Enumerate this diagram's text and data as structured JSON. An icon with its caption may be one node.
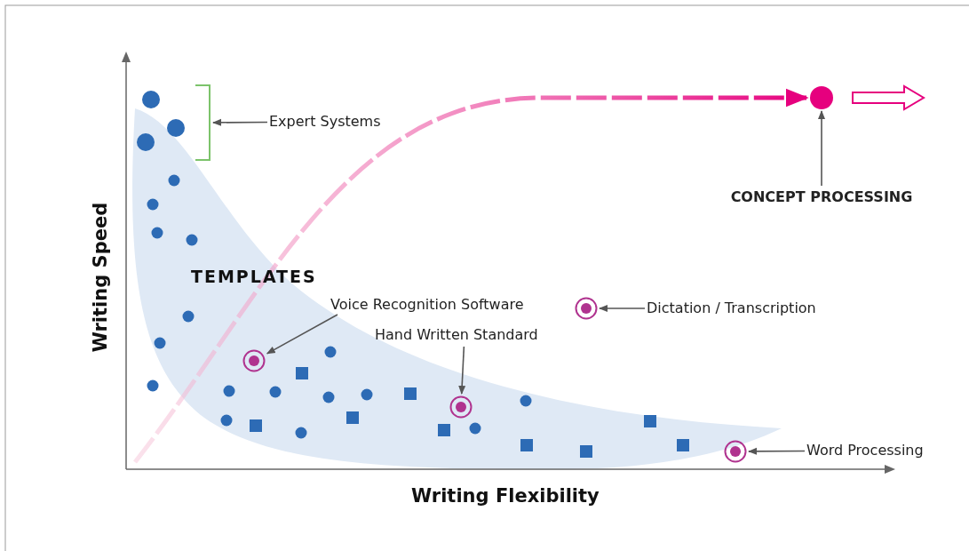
{
  "diagram": {
    "nodes": [
      {
        "text": [
          "Expert Systems"
        ]
      },
      {
        "text": [],
        "shape": "bracket"
      },
      {
        "text": [
          "CONCEPT PROCESSING"
        ]
      },
      {
        "text": [],
        "shape": "circle"
      },
      {
        "text": [
          "Voice Recognition Software"
        ]
      },
      {
        "text": [],
        "shape": "circle"
      },
      {
        "text": [
          "Hand Written Standard"
        ]
      },
      {
        "text": [],
        "shape": "circle"
      },
      {
        "text": [
          "Dictation / Transcription"
        ]
      },
      {
        "text": [],
        "shape": "circle"
      },
      {
        "text": [
          "Word Processing"
        ]
      },
      {
        "text": [],
        "shape": "circle"
      }
    ],
    "edges": [
      {
        "from": 0,
        "to": 1,
        "arrow": "to"
      },
      {
        "from": 2,
        "to": 3,
        "arrow": "to"
      },
      {
        "from": 4,
        "to": 5,
        "arrow": "to"
      },
      {
        "from": 6,
        "to": 7,
        "arrow": "to"
      },
      {
        "from": 8,
        "to": 9,
        "arrow": "to"
      },
      {
        "from": 10,
        "to": 11,
        "arrow": "to"
      },
      {
        "from": null,
        "to": 3,
        "arrow": "to",
        "style": "dashed",
        "color": "#e6007e"
      },
      {
        "from": 3,
        "to": null,
        "arrow": "to",
        "color": "#e6007e"
      }
    ],
    "labels": [
      "TEMPLATES",
      "Writing Speed",
      "Writing Flexibility"
    ]
  }
}
